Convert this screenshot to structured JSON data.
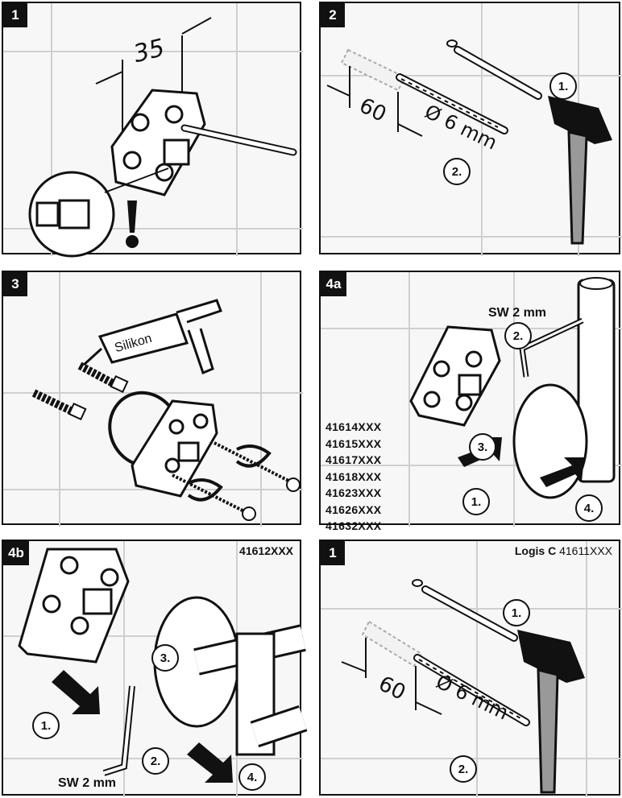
{
  "panels": {
    "p1": {
      "badge": "1",
      "dim": "35"
    },
    "p2": {
      "badge": "2",
      "dim_depth": "60",
      "dim_drill": "Ø 6 mm",
      "step1": "1.",
      "step2": "2."
    },
    "p3": {
      "badge": "3",
      "tube_label": "Silikon"
    },
    "p4a": {
      "badge": "4a",
      "tool": "SW 2 mm",
      "codes": [
        "41614XXX",
        "41615XXX",
        "41617XXX",
        "41618XXX",
        "41623XXX",
        "41626XXX",
        "41632XXX"
      ],
      "step1": "1.",
      "step2": "2.",
      "step3": "3.",
      "step4": "4."
    },
    "p4b": {
      "badge": "4b",
      "code": "41612XXX",
      "tool": "SW 2 mm",
      "step1": "1.",
      "step2": "2.",
      "step3": "3.",
      "step4": "4."
    },
    "p5": {
      "badge": "1",
      "brand": "Logis C",
      "code": "41611XXX",
      "dim_depth": "60",
      "dim_drill": "Ø 6 mm",
      "step1": "1.",
      "step2": "2."
    }
  },
  "colors": {
    "ink": "#111111",
    "tile": "#f7f7f7",
    "grout": "#cfcfcf"
  },
  "icons": [
    "exclamation-icon",
    "hammer-icon",
    "drill-bit-icon",
    "dowel-icon",
    "allen-key-icon",
    "arrow-icon",
    "silicone-gun-icon"
  ]
}
